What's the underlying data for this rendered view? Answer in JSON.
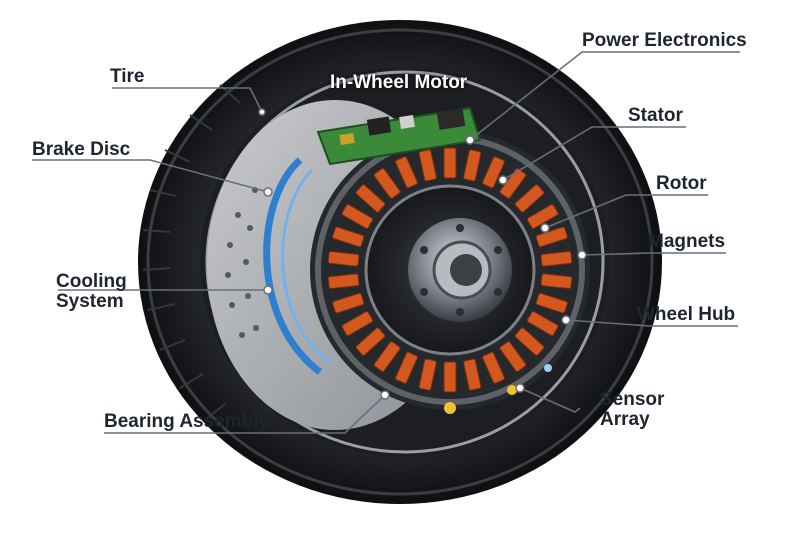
{
  "title": "In-Wheel Motor",
  "labels": {
    "tire": "Tire",
    "brake_disc": "Brake Disc",
    "cooling_system": "Cooling System",
    "bearing_assembly": "Bearing Assembly",
    "power_electronics": "Power Electronics",
    "stator": "Stator",
    "rotor": "Rotor",
    "magnets": "Magnets",
    "wheel_hub": "Wheel Hub",
    "sensor_array": "Sensor Array"
  },
  "colors": {
    "tire": "#16181b",
    "copper": "#d2581f",
    "coolant": "#2f7fd0",
    "pcb": "#3a8a3a",
    "steel": "#8a8e94",
    "label_text": "#1f2530",
    "leader_line": "#6b6f75"
  }
}
